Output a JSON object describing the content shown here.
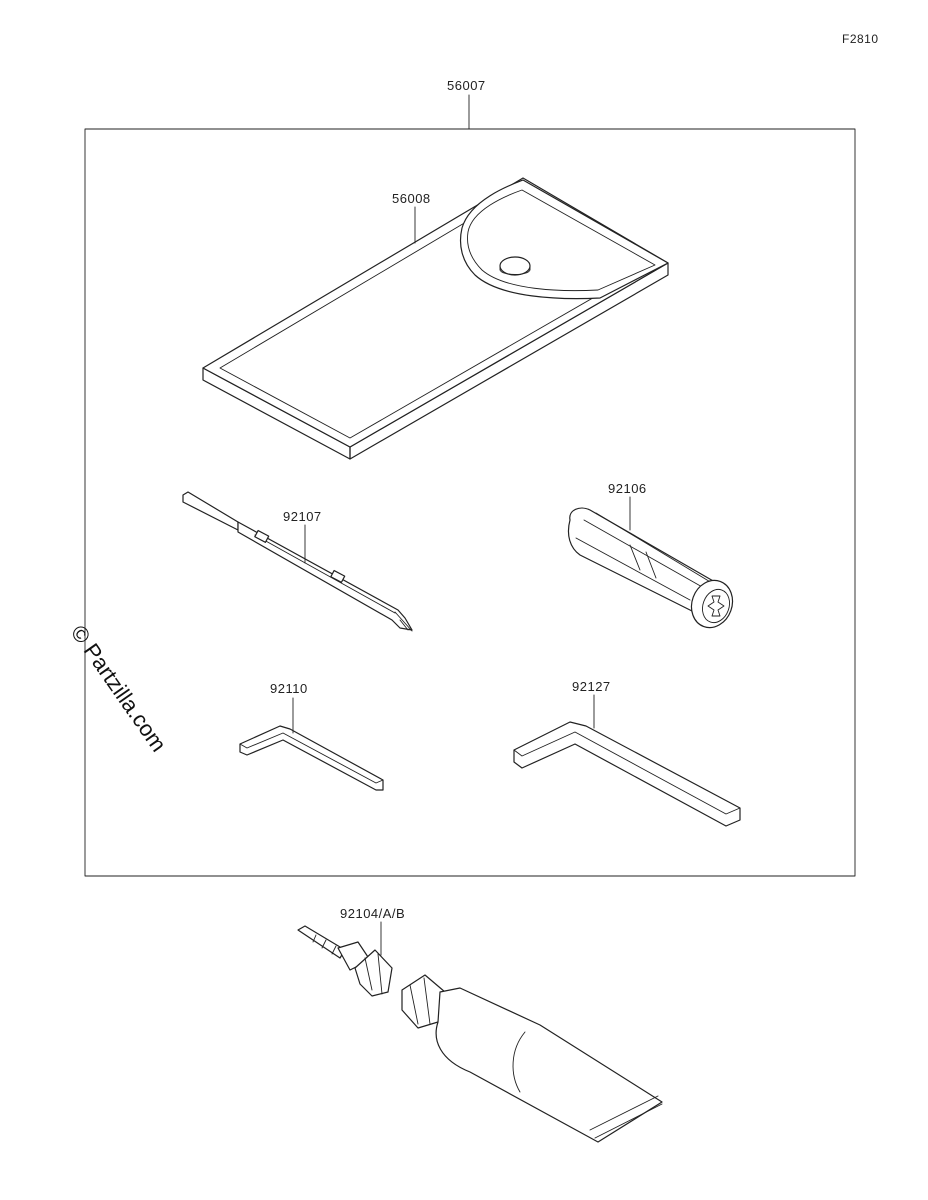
{
  "figure_code": "F2810",
  "watermark": "© Partzilla.com",
  "parts": [
    {
      "id": "kit",
      "number": "56007"
    },
    {
      "id": "pouch",
      "number": "56008"
    },
    {
      "id": "screwdriver",
      "number": "92107"
    },
    {
      "id": "handle",
      "number": "92106"
    },
    {
      "id": "hex-wrench-small",
      "number": "92110"
    },
    {
      "id": "hex-wrench-large",
      "number": "92127"
    },
    {
      "id": "grease-tube",
      "number": "92104/A/B"
    }
  ]
}
